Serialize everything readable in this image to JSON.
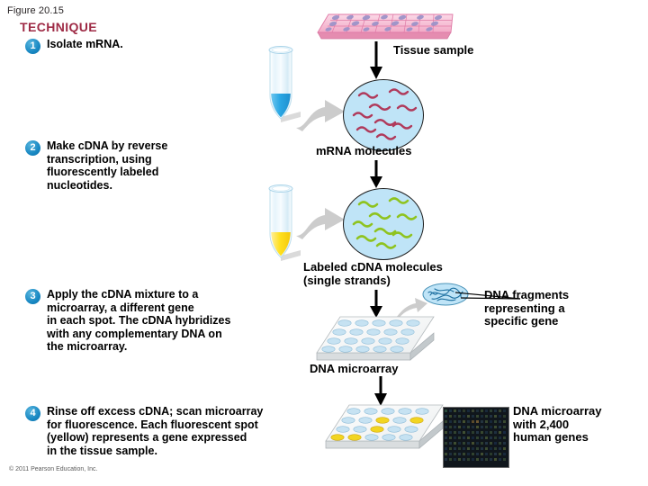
{
  "figure": {
    "number_label": "Figure 20.15",
    "section_heading": "TECHNIQUE",
    "copyright": "© 2011 Pearson Education, Inc."
  },
  "steps": [
    {
      "number": "1",
      "text": "Isolate mRNA."
    },
    {
      "number": "2",
      "text": "Make cDNA by reverse\ntranscription, using\nfluorescently labeled\nnucleotides."
    },
    {
      "number": "3",
      "text": "Apply the cDNA mixture to a\nmicroarray, a different gene\nin each spot. The cDNA hybridizes\nwith any complementary DNA on\nthe microarray."
    },
    {
      "number": "4",
      "text": "Rinse off excess cDNA; scan microarray\nfor fluorescence. Each fluorescent spot\n(yellow) represents a gene expressed\nin the tissue sample."
    }
  ],
  "diagram_labels": {
    "tissue_sample": "Tissue sample",
    "mrna_molecules": "mRNA molecules",
    "labeled_cdna": "Labeled cDNA molecules\n(single strands)",
    "dna_fragments": "DNA fragments\nrepresenting a\nspecific gene",
    "dna_microarray": "DNA microarray",
    "scanned_microarray": "DNA microarray\nwith 2,400\nhuman genes"
  },
  "graphics": {
    "tissue_sheet": "epithelial-tissue-sheet",
    "tube_mrna": "microcentrifuge-tube-blue",
    "tube_cdna": "microcentrifuge-tube-yellow",
    "mrna_pool": "mrna-strand-pool",
    "cdna_pool": "labeled-cdna-strand-pool",
    "dna_fragment_blob": "dna-fragment-spot",
    "microarray_blank": "dna-microarray-slide",
    "microarray_scanned": "dna-microarray-slide-fluorescent",
    "scan_photo": "microarray-scan-photograph"
  },
  "colors": {
    "technique_heading": "#9e2a45",
    "step_badge": "#1787c2",
    "pool_fill": "#bfe4f7",
    "mrna_strand": "#b03a5b",
    "cdna_strand": "#8fc31f",
    "tissue_cell": "#f4b6cd",
    "tissue_nucleus": "#9a92c8",
    "spot_blue": "#c6e2f2",
    "spot_yellow": "#f2d521",
    "grey_arrow": "#c9c9c9",
    "black_arrow": "#000000"
  },
  "microarray_blank_spots": {
    "rows": 4,
    "cols": 5,
    "all": "blue"
  },
  "microarray_scanned_spots": {
    "rows": 4,
    "cols": 5,
    "yellow_positions": [
      [
        2,
        3
      ],
      [
        2,
        5
      ],
      [
        3,
        3
      ],
      [
        4,
        1
      ],
      [
        4,
        2
      ]
    ]
  }
}
